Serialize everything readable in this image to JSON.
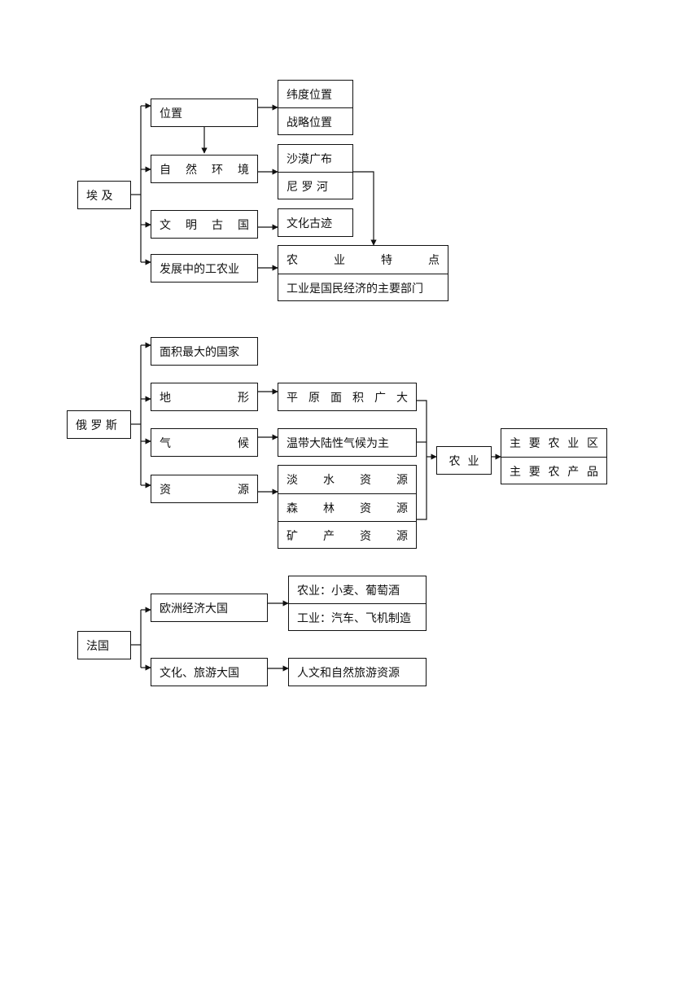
{
  "egypt": {
    "root": "埃 及",
    "location": "位置",
    "location_items": [
      "纬度位置",
      "战略位置"
    ],
    "nature": [
      "自",
      "然",
      "环",
      "境"
    ],
    "nature_items": [
      "沙漠广布",
      "尼 罗 河"
    ],
    "civilization": [
      "文",
      "明",
      "古",
      "国"
    ],
    "civilization_item": "文化古迹",
    "industry": "发展中的工农业",
    "agri_feature": [
      "农",
      "业",
      "特",
      "点"
    ],
    "industry_item": "工业是国民经济的主要部门"
  },
  "russia": {
    "root": "俄 罗 斯",
    "largest": "面积最大的国家",
    "terrain": [
      "地",
      "形"
    ],
    "terrain_item": [
      "平",
      "原",
      "面",
      "积",
      "广",
      "大"
    ],
    "climate": [
      "气",
      "候"
    ],
    "climate_item": "温带大陆性气候为主",
    "resources": [
      "资",
      "源"
    ],
    "resource_items": [
      [
        "淡",
        "水",
        "资",
        "源"
      ],
      [
        "森",
        "林",
        "资",
        "源"
      ],
      [
        "矿",
        "产",
        "资",
        "源"
      ]
    ],
    "agriculture": "农  业",
    "agri_items": [
      [
        "主",
        "要",
        "农",
        "业",
        "区"
      ],
      [
        "主",
        "要",
        "农",
        "产",
        "品"
      ]
    ]
  },
  "france": {
    "root": "法国",
    "economy": "欧洲经济大国",
    "economy_items": [
      "农业：小麦、葡萄酒",
      "工业：汽车、飞机制造"
    ],
    "culture": "文化、旅游大国",
    "culture_item": "人文和自然旅游资源"
  }
}
